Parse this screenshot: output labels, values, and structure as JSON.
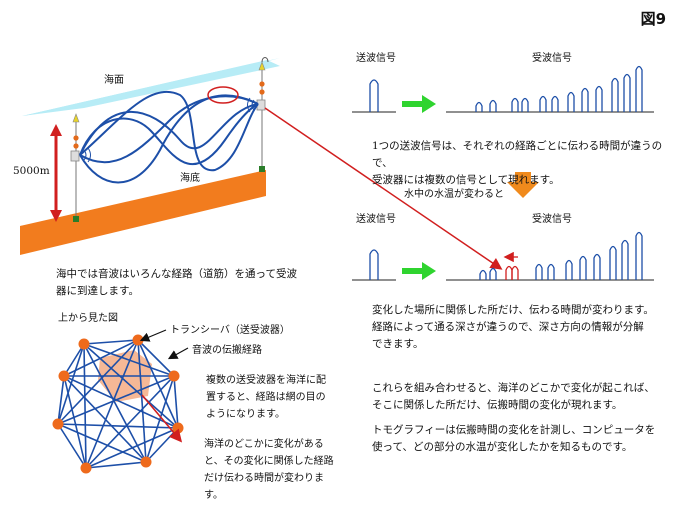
{
  "figure_label": "図9",
  "labels": {
    "sea_surface": "海面",
    "sea_floor": "海底",
    "depth": "5000m",
    "sent_signal_top": "送波信号",
    "received_signal_top": "受波信号",
    "sent_signal_bottom": "送波信号",
    "received_signal_bottom": "受波信号",
    "water_temp_change": "水中の水温が変わると",
    "top_view": "上から見た図",
    "transceiver": "トランシーバ（送受波器）",
    "propagation_path": "音波の伝搬経路"
  },
  "texts": {
    "multipath": "海中では音波はいろんな経路（道筋）を通って受波\n器に到達します。",
    "signal_timing": "1つの送波信号は、それぞれの経路ごとに伝わる時間が違うので、\n受波器には複数の信号として現れます。",
    "changed_place": "変化した場所に関係した所だけ、伝わる時間が変わります。\n経路によって通る深さが違うので、深さ方向の情報が分解\nできます。",
    "network": "複数の送受波器を海洋に配\n置すると、経路は網の目の\nようになります。",
    "change_somewhere": "海洋のどこかに変化があると、その変化に関係した経路\nだけ伝わる時間が変わりま\nす。",
    "combine": "これらを組み合わせると、海洋のどこかで変化が起これば、\nそこに関係した所だけ、伝搬時間の変化が現れます。",
    "tomography": "トモグラフィーは伝搬時間の変化を計測し、コンピュータを\n使って、どの部分の水温が変化したかを知るものです。"
  },
  "colors": {
    "sea_surface": "#b7ecf6",
    "sea_floor": "#f27c1e",
    "ray": "#1d4fa8",
    "accent_green": "#2fd42f",
    "accent_orange": "#f08a1c",
    "arrow_red": "#d11f1f",
    "node": "#ee6a1c",
    "change_area": "#f6b896"
  }
}
